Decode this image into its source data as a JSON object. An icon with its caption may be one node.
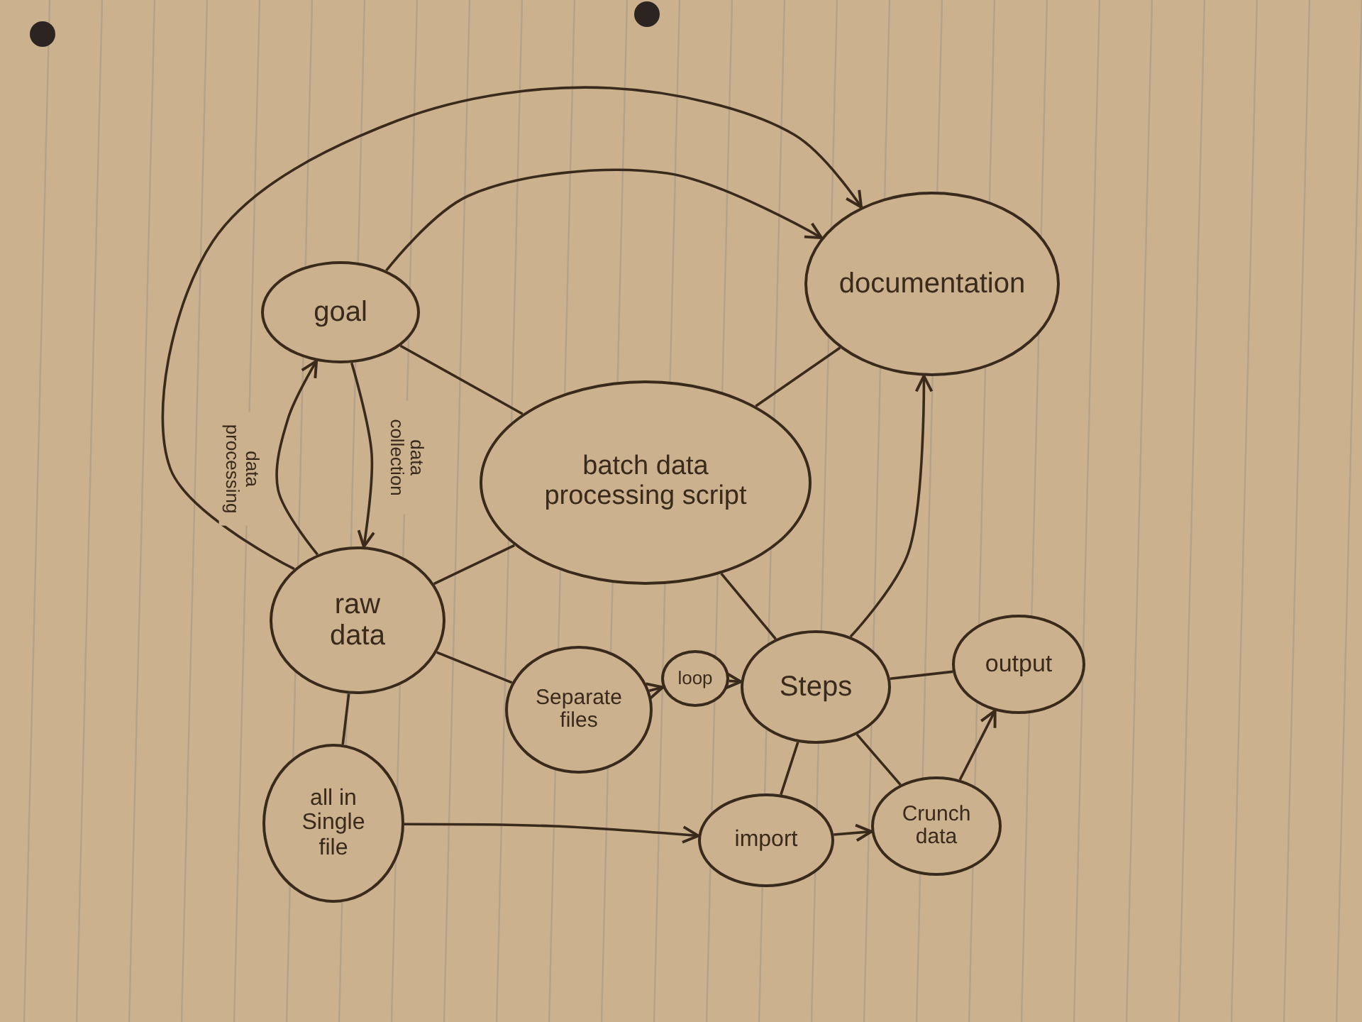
{
  "diagram": {
    "nodes": [
      {
        "text": [
          "goal"
        ]
      },
      {
        "text": [
          "documentation"
        ]
      },
      {
        "text": [
          "batch data processing script"
        ]
      },
      {
        "text": [
          "raw data"
        ]
      },
      {
        "text": [
          "Separate files"
        ]
      },
      {
        "text": [
          "loop"
        ]
      },
      {
        "text": [
          "Steps"
        ]
      },
      {
        "text": [
          "output"
        ]
      },
      {
        "text": [
          "all in Single file"
        ]
      },
      {
        "text": [
          "import"
        ]
      },
      {
        "text": [
          "Crunch data"
        ]
      }
    ],
    "edges": [
      {
        "from": 3,
        "to": 1,
        "arrow": "to"
      },
      {
        "from": 0,
        "to": 1,
        "arrow": "to"
      },
      {
        "from": 0,
        "to": 2,
        "arrow": "none"
      },
      {
        "from": 2,
        "to": 1,
        "arrow": "none"
      },
      {
        "from": 3,
        "to": 0,
        "arrow": "to",
        "label": "data processing"
      },
      {
        "from": 0,
        "to": 3,
        "arrow": "to",
        "label": "data collection"
      },
      {
        "from": 3,
        "to": 2,
        "arrow": "none"
      },
      {
        "from": 3,
        "to": 4,
        "arrow": "none"
      },
      {
        "from": 4,
        "to": 5,
        "arrow": "to"
      },
      {
        "from": 5,
        "to": 6,
        "arrow": "to"
      },
      {
        "from": 6,
        "to": 1,
        "arrow": "to"
      },
      {
        "from": 2,
        "to": 6,
        "arrow": "none"
      },
      {
        "from": 6,
        "to": 7,
        "arrow": "none"
      },
      {
        "from": 6,
        "to": 9,
        "arrow": "none"
      },
      {
        "from": 6,
        "to": 10,
        "arrow": "none"
      },
      {
        "from": 3,
        "to": 8,
        "arrow": "none"
      },
      {
        "from": 8,
        "to": 9,
        "arrow": "to"
      },
      {
        "from": 9,
        "to": 10,
        "arrow": "to"
      },
      {
        "from": 10,
        "to": 7,
        "arrow": "to"
      }
    ]
  }
}
